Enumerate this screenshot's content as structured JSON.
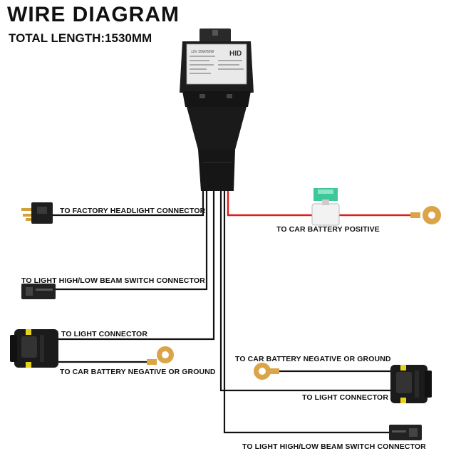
{
  "header": {
    "title": "WIRE DIAGRAM",
    "subtitle": "TOTAL LENGTH:1530MM"
  },
  "relay": {
    "badge": "HID",
    "label_line": "12V 35W/55W"
  },
  "labels": {
    "factory_headlight": "TO FACTORY HEADLIGHT CONNECTOR",
    "battery_positive": "TO CAR BATTERY POSITIVE",
    "switch_left": "TO LIGHT HIGH/LOW BEAM SWITCH CONNECTOR",
    "light_left": "TO LIGHT CONNECTOR",
    "ground_left": "TO CAR BATTERY NEGATIVE OR GROUND",
    "ground_right": "TO CAR BATTERY NEGATIVE OR GROUND",
    "light_right": "TO LIGHT CONNECTOR",
    "switch_right": "TO LIGHT HIGH/LOW BEAM SWITCH CONNECTOR"
  },
  "colors": {
    "wire_black": "#111111",
    "wire_red": "#e01b1b",
    "fuse_green": "#3ec79a",
    "ring_gold": "#d9a548",
    "connector_yellow": "#e8d21a"
  }
}
